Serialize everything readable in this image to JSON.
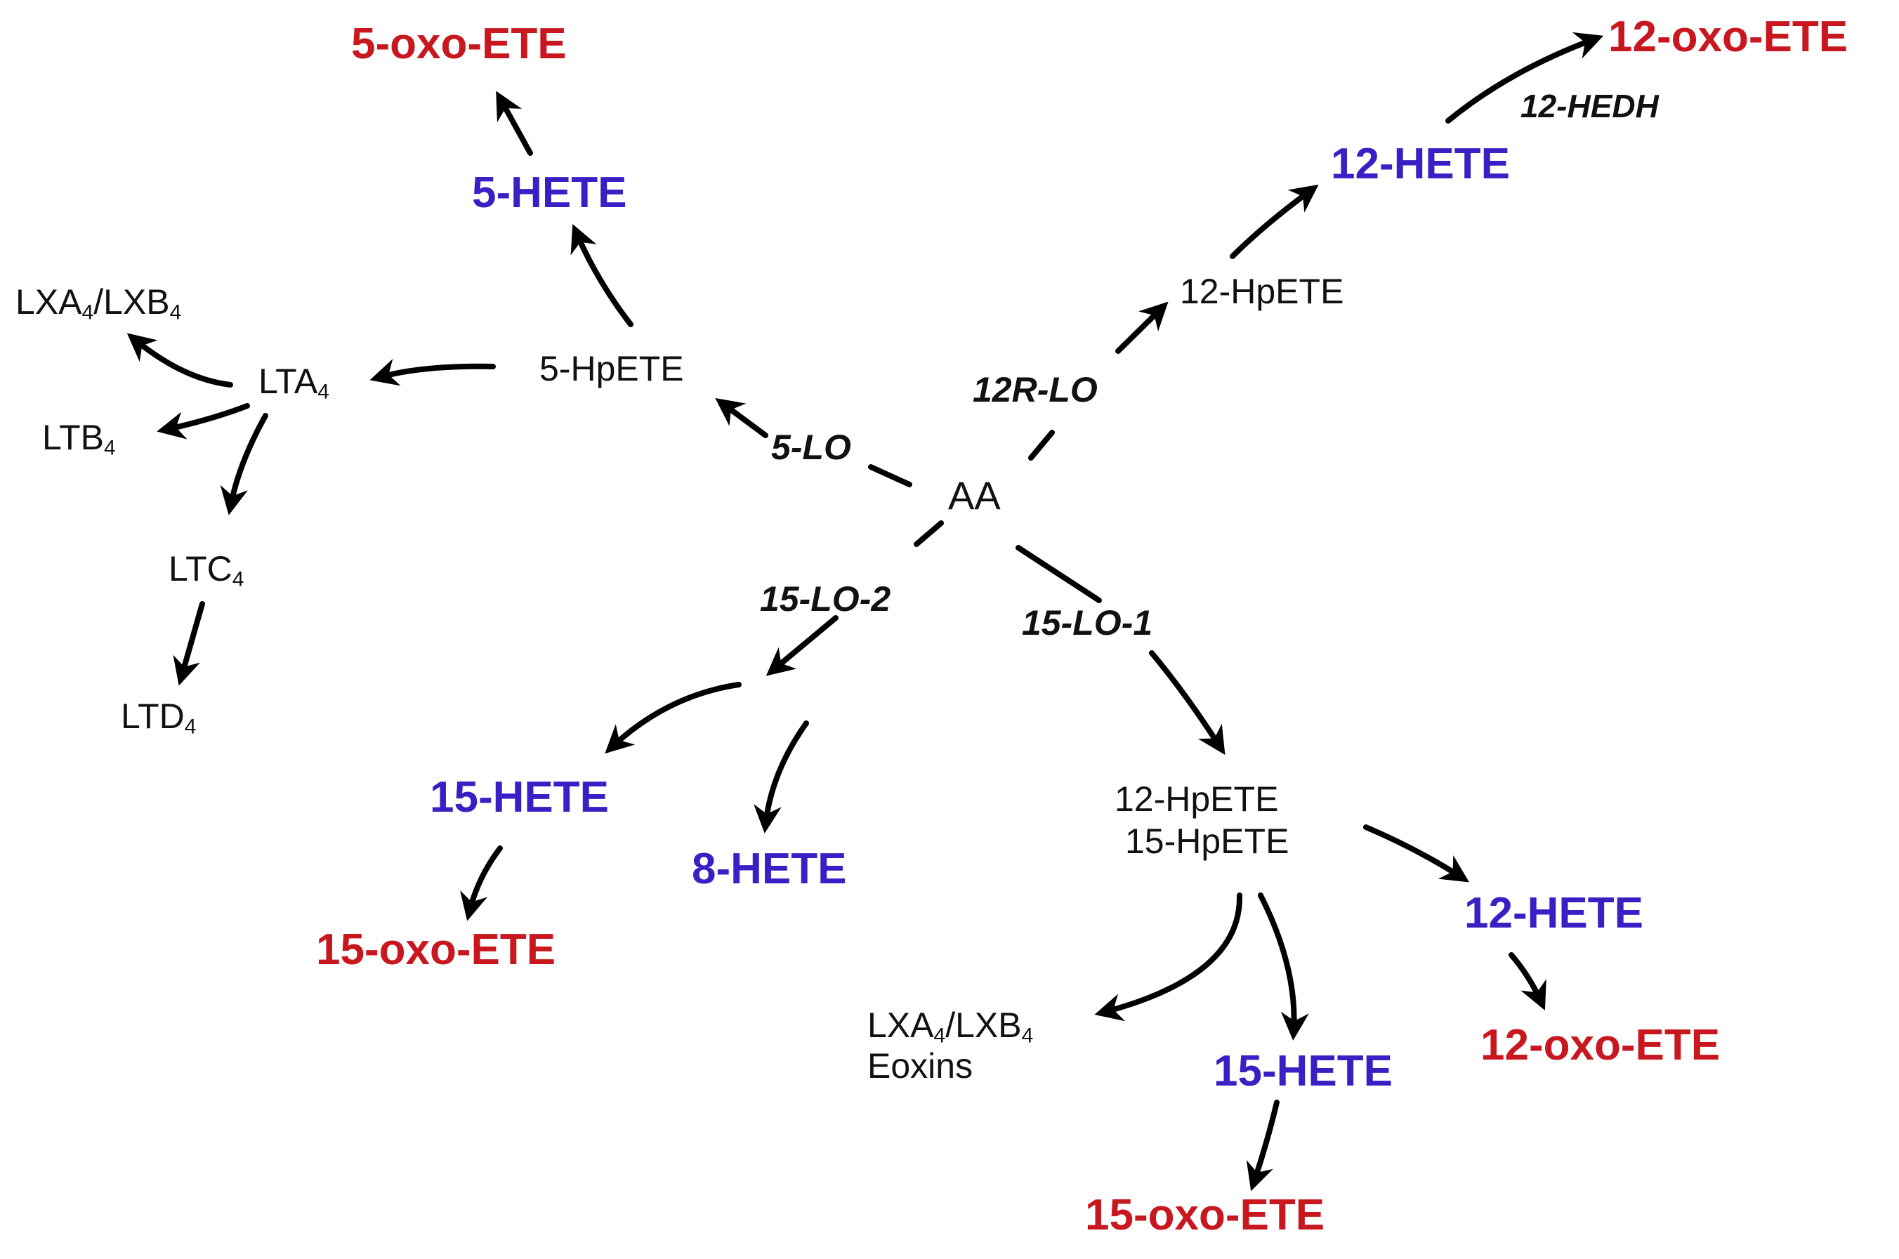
{
  "colors": {
    "hete": "#3a1fc4",
    "oxo": "#c8171e",
    "plain": "#111111",
    "arrow": "#000000"
  },
  "root": "AA",
  "enzymes": {
    "lo5": "5-LO",
    "lo12r": "12R-LO",
    "hedh12": "12-HEDH",
    "lo15_2": "15-LO-2",
    "lo15_1": "15-LO-1"
  },
  "branch_5lo": {
    "hpete": "5-HpETE",
    "hete": "5-HETE",
    "oxo": "5-oxo-ETE",
    "lta": {
      "base": "LTA",
      "sub": "4"
    },
    "lx": {
      "a": "LXA",
      "a_sub": "4",
      "sep": "/",
      "b": "LXB",
      "b_sub": "4"
    },
    "ltb": {
      "base": "LTB",
      "sub": "4"
    },
    "ltc": {
      "base": "LTC",
      "sub": "4"
    },
    "ltd": {
      "base": "LTD",
      "sub": "4"
    }
  },
  "branch_12rlo": {
    "hpete": "12-HpETE",
    "hete": "12-HETE",
    "oxo": "12-oxo-ETE"
  },
  "branch_15lo2": {
    "hete15": "15-HETE",
    "hete8": "8-HETE",
    "oxo15": "15-oxo-ETE"
  },
  "branch_15lo1": {
    "hpete12": "12-HpETE",
    "hpete15": "15-HpETE",
    "hete12": "12-HETE",
    "oxo12": "12-oxo-ETE",
    "lx": {
      "a": "LXA",
      "a_sub": "4",
      "sep": "/",
      "b": "LXB",
      "b_sub": "4"
    },
    "eoxins": "Eoxins",
    "hete15": "15-HETE",
    "oxo15": "15-oxo-ETE"
  }
}
